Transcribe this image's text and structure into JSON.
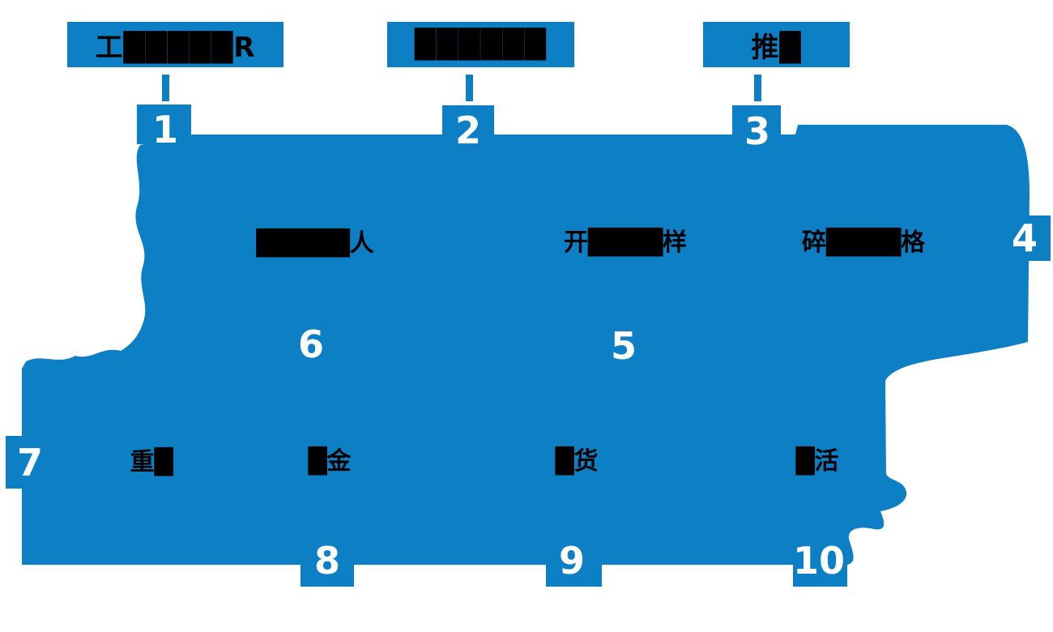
{
  "colors": {
    "primary_blue": "#0d80c5",
    "label_black": "#000000",
    "marker_white": "#ffffff",
    "background": "#ffffff"
  },
  "header_boxes": [
    {
      "label": "工█████R"
    },
    {
      "label": "██████"
    },
    {
      "label": "推█"
    }
  ],
  "map_labels": [
    {
      "text": "█████人"
    },
    {
      "text": "开████样"
    },
    {
      "text": "碎████格"
    },
    {
      "text": "重█"
    },
    {
      "text": "█金"
    },
    {
      "text": "█货"
    },
    {
      "text": "█活"
    }
  ],
  "markers": [
    "1",
    "2",
    "3",
    "4",
    "5",
    "6",
    "7",
    "8",
    "9",
    "10"
  ]
}
